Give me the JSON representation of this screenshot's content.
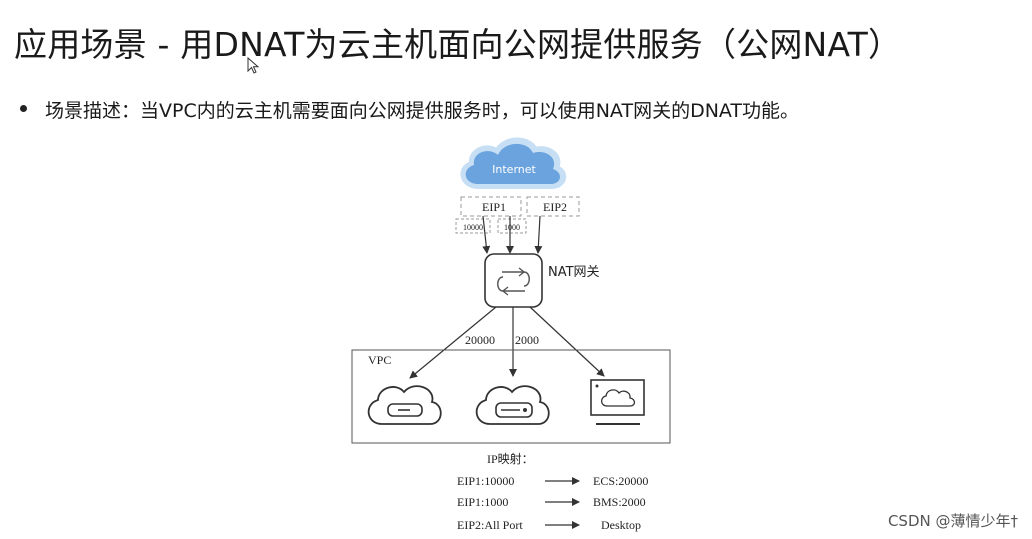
{
  "slide": {
    "title": "应用场景 - 用DNAT为云主机面向公网提供服务（公网NAT）",
    "bullet": "场景描述：当VPC内的云主机需要面向公网提供服务时，可以使用NAT网关的DNAT功能。"
  },
  "diagram": {
    "internet_label": "Internet",
    "eip1_label": "EIP1",
    "eip2_label": "EIP2",
    "port_10000": "10000",
    "port_1000": "1000",
    "nat_label": "NAT网关",
    "port_20000": "20000",
    "port_2000": "2000",
    "vpc_label": "VPC",
    "mapping_title": "IP映射：",
    "mappings": [
      {
        "from": "EIP1:10000",
        "to": "ECS:20000"
      },
      {
        "from": "EIP1:1000",
        "to": "BMS:2000"
      },
      {
        "from": "EIP2:All Port",
        "to": "Desktop"
      }
    ],
    "colors": {
      "cloud": "#6aa3dd",
      "cloud_light": "#c7dff5",
      "line": "#444444"
    }
  },
  "watermark": "CSDN @薄情少年†"
}
